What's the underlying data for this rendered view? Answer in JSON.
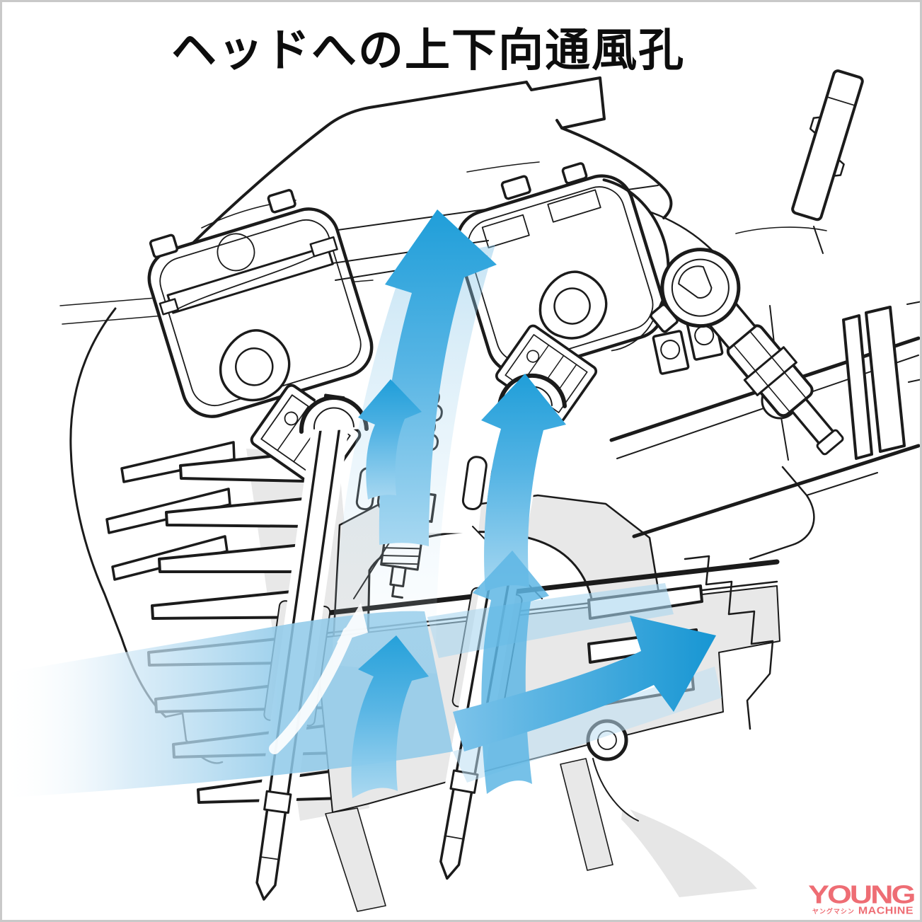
{
  "page": {
    "title": "ヘッドへの上下向通風孔",
    "background": "#ffffff",
    "frame_color": "#c9c9c9"
  },
  "diagram": {
    "type": "engine-cylinder-head-cutaway-with-cooling-airflow",
    "colors": {
      "flow_strong": "#1f9ed9",
      "flow_medium": "#8fc9ec",
      "flow_light": "#c9e7f7",
      "line": "#1b1b1b",
      "metal_fill": "#e8e8e8",
      "shadow_gray": "#d9d9d9"
    },
    "arrows": [
      {
        "name": "airflow-main-up-arrow",
        "direction": "up"
      },
      {
        "name": "airflow-left-of-plug-arrow",
        "direction": "up"
      },
      {
        "name": "airflow-right-of-plug-arrow",
        "direction": "up"
      },
      {
        "name": "airflow-mid-curl-arrow",
        "direction": "up"
      },
      {
        "name": "airflow-lower-left-curl-arrow",
        "direction": "up"
      },
      {
        "name": "airflow-exit-right-arrow",
        "direction": "right"
      },
      {
        "name": "airflow-intake-band",
        "direction": "right"
      },
      {
        "name": "airflow-band-white-arrow",
        "direction": "up-right"
      }
    ],
    "components": [
      "valve-cover",
      "left-cam-lobe",
      "right-cam-lobe",
      "rocker-arm",
      "cam-followers",
      "spark-plug",
      "combustion-chamber",
      "left-valve-stem",
      "right-valve-stem",
      "valve-spring-retainers",
      "cooling-fins-left",
      "cooling-fins-right",
      "cylinder-block",
      "head-gasket-plane",
      "intake-port",
      "throttle-butterfly",
      "fuel-injector",
      "injector-connector",
      "fuel-pipe"
    ]
  },
  "logo": {
    "line1": "YOUNG",
    "line2": "MACHINE",
    "jp": "ヤングマシン",
    "color": "#ee6d74"
  }
}
